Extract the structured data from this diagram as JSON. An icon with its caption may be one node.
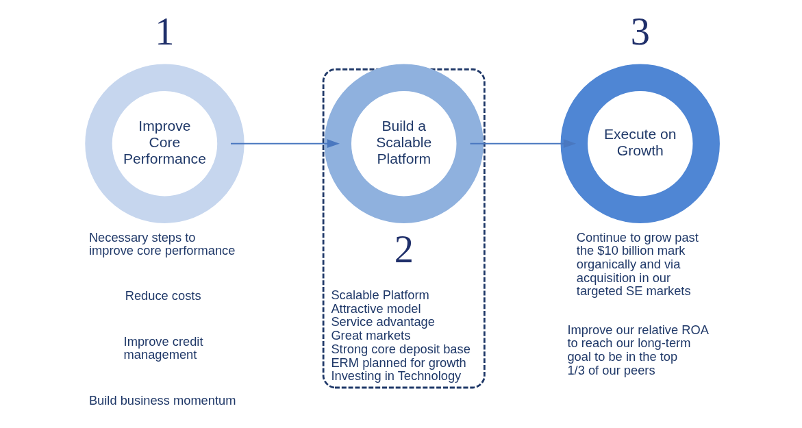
{
  "diagram": {
    "nodes": [
      {
        "text": [
          "Improve Core Performance"
        ],
        "beside": [
          "1"
        ]
      },
      {
        "text": [
          "Scalable Platform",
          "Attractive model",
          "Service advantage",
          "Great markets",
          "Strong core deposit base",
          "ERM planned for growth",
          "Investing in Technology"
        ]
      },
      {
        "text": [
          "Build a Scalable Platform"
        ],
        "in": 1,
        "beside": [
          "2"
        ]
      },
      {
        "text": [
          "Execute on Growth"
        ],
        "beside": [
          "3"
        ]
      }
    ],
    "edges": [
      {
        "from": 0,
        "to": 2,
        "arrow": "to"
      },
      {
        "from": 2,
        "to": 3,
        "arrow": "to"
      }
    ],
    "labels": [
      "Necessary steps to improve core performance",
      "Reduce costs",
      "Improve credit management",
      "Build business momentum",
      "Continue to grow past the $10 billion mark organically and via acquisition in our targeted SE markets",
      "Improve our relative ROA to reach our long-term goal to be in the top 1/3 of our peers"
    ]
  }
}
